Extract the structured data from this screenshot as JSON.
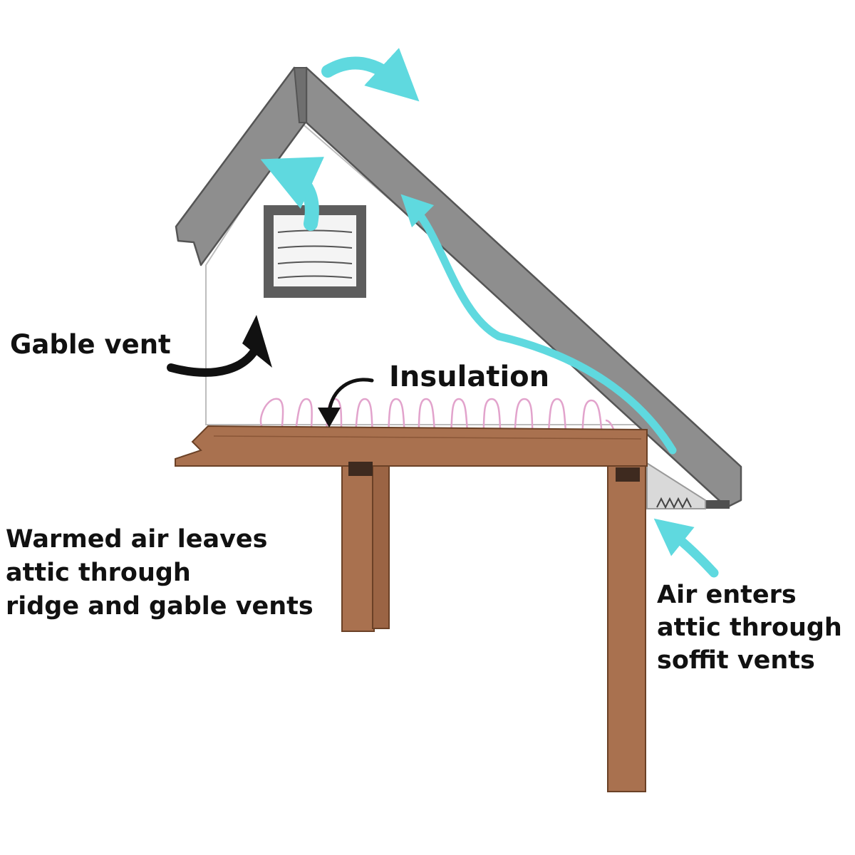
{
  "labels": {
    "gable_vent": "Gable vent",
    "insulation": "Insulation",
    "warmed_air": [
      "Warmed air leaves",
      "attic through",
      "ridge and gable vents"
    ],
    "air_enters": [
      "Air enters",
      "attic through",
      "soffit vents"
    ]
  },
  "colors": {
    "roof": "#8e8e8e",
    "roof_edge": "#555555",
    "wood": "#a9714f",
    "wood_edge": "#6b4126",
    "airflow": "#5fd9df",
    "insulation": "#e2a3cc",
    "vent_frame": "#5d5d5d",
    "text": "#111111"
  },
  "icons": [
    "ridge-vent-arrow",
    "gable-outflow-arrow",
    "roof-airflow-arrow",
    "soffit-inflow-arrow",
    "gable-pointer-arrow",
    "insulation-pointer-arrow"
  ]
}
